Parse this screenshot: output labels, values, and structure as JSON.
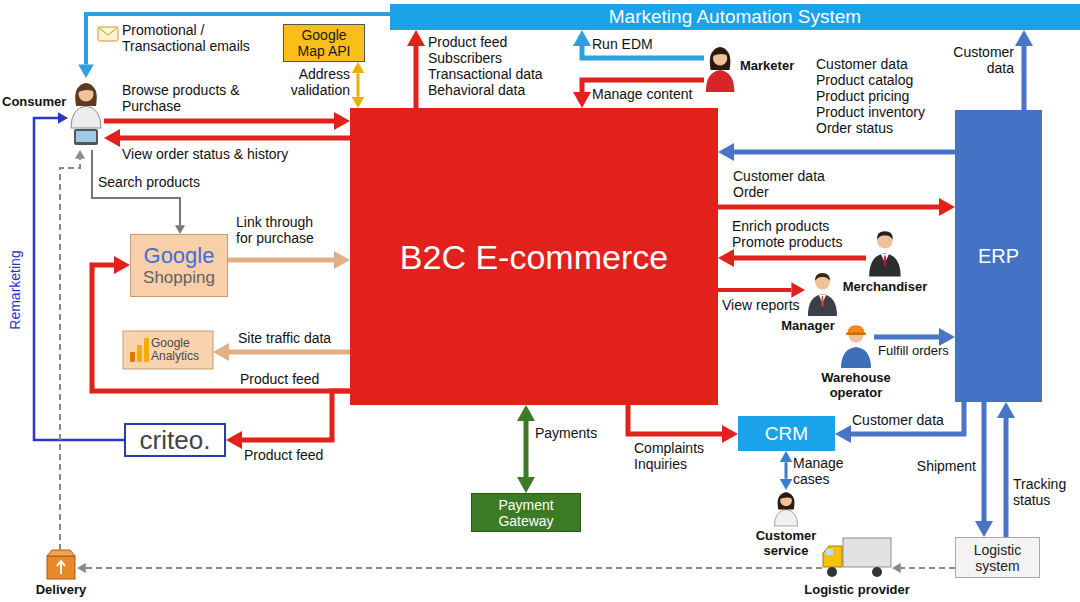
{
  "diagram": {
    "nodes": [
      {
        "text": [
          "Marketing Automation System"
        ]
      },
      {
        "text": [
          "Google Map API"
        ]
      },
      {
        "text": [
          "Consumer"
        ]
      },
      {
        "text": [
          "Marketer"
        ]
      },
      {
        "text": [
          "B2C E-commerce"
        ]
      },
      {
        "text": [
          "ERP"
        ]
      },
      {
        "text": [
          "Google",
          "Shopping"
        ]
      },
      {
        "text": [
          "Merchandiser"
        ]
      },
      {
        "text": [
          "Manager"
        ]
      },
      {
        "text": [
          "Google Analytics"
        ]
      },
      {
        "text": [
          "Warehouse operator"
        ]
      },
      {
        "text": [
          "criteo."
        ]
      },
      {
        "text": [
          "CRM"
        ]
      },
      {
        "text": [
          "Payment Gateway"
        ]
      },
      {
        "text": [
          "Customer service"
        ]
      },
      {
        "text": [
          "Logistic system"
        ]
      },
      {
        "text": [
          "Logistic provider"
        ]
      },
      {
        "text": [
          "Delivery"
        ]
      }
    ],
    "edges": [
      {
        "from": 0,
        "to": 2,
        "label": "Promotional / Transactional emails",
        "arrow": "to"
      },
      {
        "from": 1,
        "to": 4,
        "label": "Address validation",
        "arrow": "both"
      },
      {
        "from": 4,
        "to": 0,
        "label": "Product feed Subscribers Transactional data Behavioral data",
        "arrow": "to"
      },
      {
        "from": 3,
        "to": 0,
        "label": "Run EDM",
        "arrow": "to"
      },
      {
        "from": 3,
        "to": 4,
        "label": "Manage content",
        "arrow": "to"
      },
      {
        "from": 5,
        "to": 0,
        "label": "Customer data",
        "arrow": "to"
      },
      {
        "from": 2,
        "to": 4,
        "label": "Browse products & Purchase",
        "arrow": "to"
      },
      {
        "from": 4,
        "to": 2,
        "label": "View order status & history",
        "arrow": "to"
      },
      {
        "from": 2,
        "to": 6,
        "label": "Search products",
        "arrow": "to"
      },
      {
        "from": 6,
        "to": 4,
        "label": "Link through for purchase",
        "arrow": "to"
      },
      {
        "from": 5,
        "to": 4,
        "label": "Customer data Product catalog Product pricing Product inventory Order status",
        "arrow": "to"
      },
      {
        "from": 4,
        "to": 5,
        "label": "Customer data Order",
        "arrow": "to"
      },
      {
        "from": 7,
        "to": 4,
        "label": "Enrich products Promote products",
        "arrow": "to"
      },
      {
        "from": 4,
        "to": 8,
        "label": "View reports",
        "arrow": "to"
      },
      {
        "from": 4,
        "to": 9,
        "label": "Site traffic data",
        "arrow": "to"
      },
      {
        "from": 10,
        "to": 5,
        "label": "Fulfill orders",
        "arrow": "to"
      },
      {
        "from": 4,
        "to": 6,
        "label": "Product feed",
        "arrow": "to"
      },
      {
        "from": 4,
        "to": 11,
        "label": "Product feed",
        "arrow": "to"
      },
      {
        "from": 11,
        "to": 2,
        "label": "Remarketing",
        "arrow": "to"
      },
      {
        "from": 4,
        "to": 13,
        "label": "Payments",
        "arrow": "both"
      },
      {
        "from": 4,
        "to": 12,
        "label": "Complaints Inquiries",
        "arrow": "to"
      },
      {
        "from": 5,
        "to": 12,
        "label": "Customer data",
        "arrow": "to"
      },
      {
        "from": 14,
        "to": 12,
        "label": "Manage cases",
        "arrow": "both"
      },
      {
        "from": 5,
        "to": 15,
        "label": "Shipment",
        "arrow": "to"
      },
      {
        "from": 15,
        "to": 5,
        "label": "Tracking status",
        "arrow": "to"
      },
      {
        "from": 15,
        "to": 16,
        "arrow": "to"
      },
      {
        "from": 16,
        "to": 17,
        "arrow": "to"
      },
      {
        "from": 17,
        "to": 2,
        "arrow": "to"
      }
    ]
  }
}
